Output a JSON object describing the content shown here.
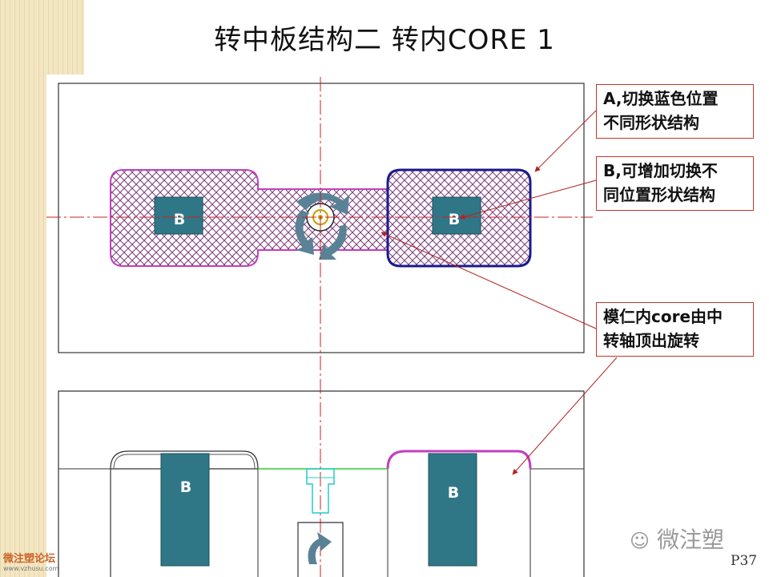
{
  "title": "转中板结构二 转内CORE 1",
  "callouts": {
    "a": [
      "A,切换蓝色位置",
      "不同形状结构"
    ],
    "b": [
      "B,可增加切换不",
      "同位置形状结构"
    ],
    "c": [
      "模仁内core由中",
      "转轴顶出旋转"
    ]
  },
  "block_labels": [
    "B",
    "B",
    "B",
    "B"
  ],
  "watermark_left": {
    "brand": "微注塑论坛",
    "url": "www.vzhusu.com"
  },
  "watermark_right": "微注塑",
  "page_number": "P37",
  "colors": {
    "accent_blue": "#1a1a8c",
    "magenta": "#c040c0",
    "hatch": "#7a3a7a",
    "block_teal": "#2f7786",
    "centerline_red": "#cc2222",
    "arrow_red": "#b22222",
    "cyan": "#22cccc",
    "green": "#33cc33",
    "arrow_steel": "#5a8296"
  }
}
